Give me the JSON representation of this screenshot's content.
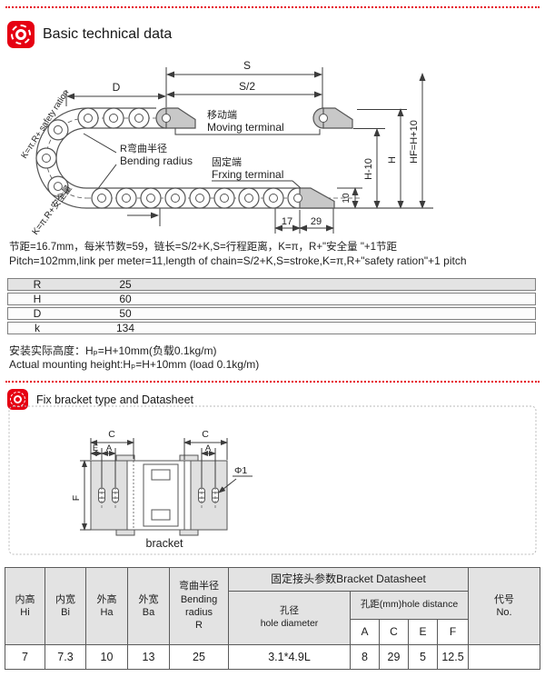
{
  "accent": {
    "red": "#e60012"
  },
  "section1": {
    "title": "Basic technical data",
    "diagram": {
      "s": "S",
      "s2": "S/2",
      "d": "D",
      "h": "H",
      "h10": "H-10",
      "hf": "HF=H+10",
      "n10": "10",
      "n17": "17",
      "n29": "29",
      "moving_cn": "移动端",
      "moving_en": "Moving terminal",
      "fixing_cn": "固定端",
      "fixing_en": "Frxing terminal",
      "radius_cn": "R弯曲半径",
      "radius_en": "Bending radius",
      "k_en": "K=π.R+ safety ration",
      "k_cn": "K=π.R+安全量"
    },
    "note_cn": "节距=16.7mm，每米节数=59，链长=S/2+K,S=行程距离，K=π，R+\"安全量 \"+1节距",
    "note_en": "Pitch=102mm,link per meter=11,length of chain=S/2+K,S=stroke,K=π,R+\"safety ration\"+1 pitch",
    "table": {
      "rows": [
        {
          "label": "R",
          "value": "25"
        },
        {
          "label": "H",
          "value": "60"
        },
        {
          "label": "D",
          "value": "50"
        },
        {
          "label": "k",
          "value": "134"
        }
      ]
    },
    "mount_cn": "安装实际高度：Hₚ=H+10mm(负载0.1kg/m)",
    "mount_en": "Actual mounting height:Hₚ=H+10mm (load 0.1kg/m)"
  },
  "section2": {
    "title": "Fix bracket type and Datasheet",
    "diagram": {
      "c": "C",
      "e": "E",
      "a": "A",
      "f": "F",
      "phi": "Φ1",
      "caption": "bracket"
    }
  },
  "datasheet": {
    "col_hi": "内高\nHi",
    "col_bi": "内宽\nBi",
    "col_ha": "外高\nHa",
    "col_ba": "外宽\nBa",
    "col_r": "弯曲半径\nBending\nradius\nR",
    "group": "固定接头参数Bracket Datasheet",
    "hole_d": "孔径\nhole diameter",
    "hole_dist": "孔距(mm)hole distance",
    "a": "A",
    "c": "C",
    "e": "E",
    "f": "F",
    "no": "代号\nNo.",
    "values": [
      "7",
      "7.3",
      "10",
      "13",
      "25",
      "3.1*4.9L",
      "8",
      "29",
      "5",
      "12.5",
      ""
    ]
  }
}
